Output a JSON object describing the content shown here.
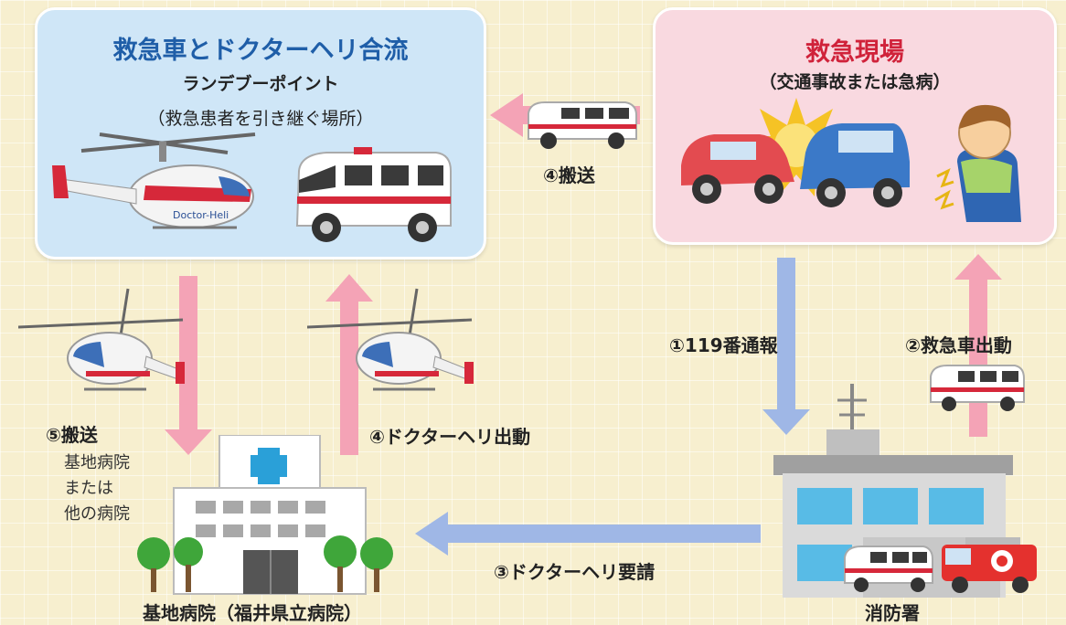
{
  "merge_point": {
    "title": "救急車とドクターヘリ合流",
    "subtitle": "ランデブーポイント",
    "note": "（救急患者を引き継ぐ場所）"
  },
  "scene": {
    "title": "救急現場",
    "subtitle": "（交通事故または急病）"
  },
  "steps": {
    "step1": "①119番通報",
    "step2": "②救急車出動",
    "step3": "③ドクターヘリ要請",
    "step4a": "④搬送",
    "step4b": "④ドクターヘリ出動",
    "step5": "⑤搬送",
    "step5_line1": "基地病院",
    "step5_line2": "または",
    "step5_line3": "他の病院"
  },
  "places": {
    "hospital": "基地病院（福井県立病院）",
    "fire_station": "消防署"
  },
  "heli_text": "Doctor-Heli",
  "colors": {
    "pink_arrow": "#f4a3b6",
    "blue_arrow": "#9fb7e6",
    "title_blue": "#1f5ea8",
    "title_red": "#d0223a"
  },
  "icons": [
    "helicopter-icon",
    "ambulance-icon",
    "car-crash-icon",
    "sick-person-icon",
    "hospital-icon",
    "fire-station-icon",
    "fire-truck-icon"
  ]
}
